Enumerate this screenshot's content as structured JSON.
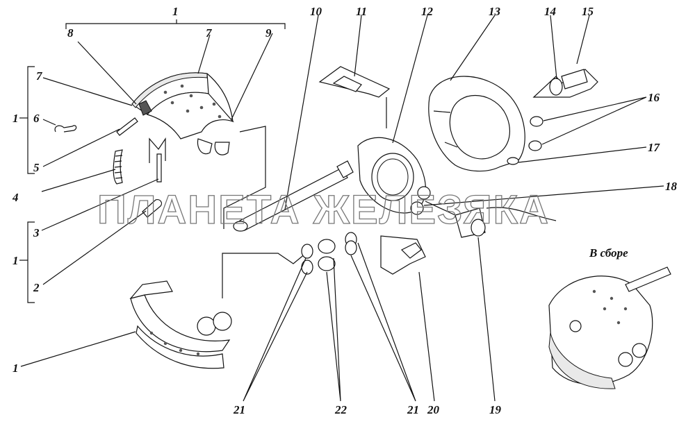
{
  "labels": {
    "l1_top": "1",
    "l1_side_a": "1",
    "l1_side_b": "1",
    "l1_bottom": "1",
    "l2": "2",
    "l3": "3",
    "l4": "4",
    "l5": "5",
    "l6": "6",
    "l7_top": "7",
    "l7_left": "7",
    "l8": "8",
    "l9": "9",
    "l10": "10",
    "l11": "11",
    "l12": "12",
    "l13": "13",
    "l14": "14",
    "l15": "15",
    "l16": "16",
    "l17": "17",
    "l18": "18",
    "l19": "19",
    "l20": "20",
    "l21_left": "21",
    "l21_right": "21",
    "l22": "22"
  },
  "caption": "В сборе",
  "watermark": "ПЛАНЕТА ЖЕЛЕЗЯКА"
}
